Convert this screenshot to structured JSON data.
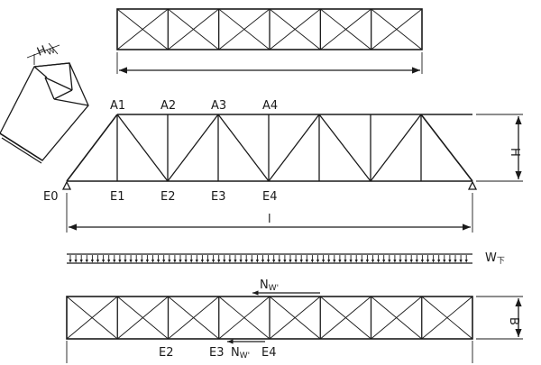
{
  "labels": {
    "top_nodes": [
      "A1",
      "A2",
      "A3",
      "A4"
    ],
    "bottom_nodes": [
      "E0",
      "E1",
      "E2",
      "E3",
      "E4"
    ],
    "height": "H",
    "span": "l",
    "side_height": "H",
    "side_height_sub": "W",
    "load": "W",
    "load_sub": "下",
    "force_top": "N",
    "force_top_sub": "W'",
    "width": "B",
    "plan_e2": "E2",
    "plan_e3": "E3",
    "plan_force": "N",
    "plan_force_sub": "W'",
    "plan_e4": "E4"
  }
}
